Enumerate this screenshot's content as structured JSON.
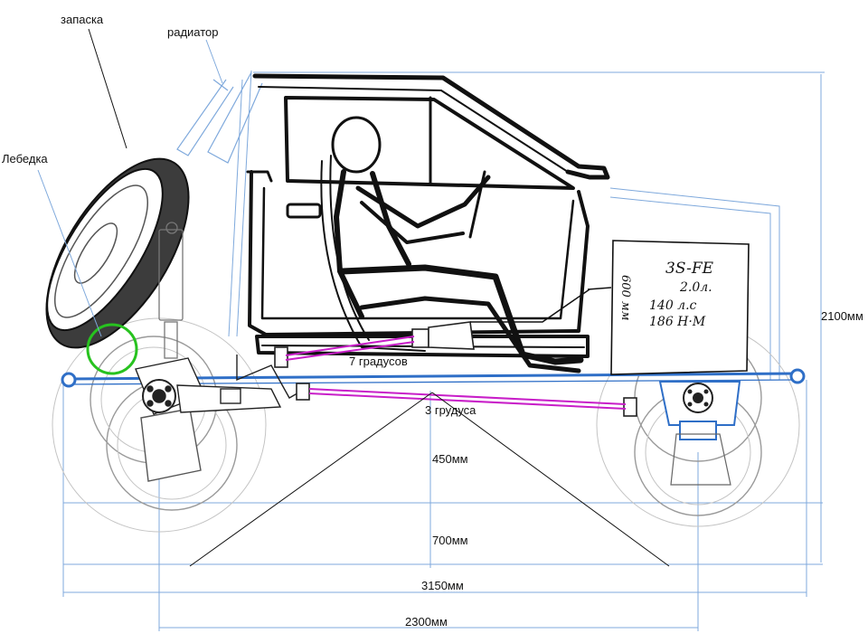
{
  "labels": {
    "spare": "запаска",
    "radiator": "радиатор",
    "winch": "Лебедка",
    "angle_top": "7 градусов",
    "angle_bottom": "3 грудуса"
  },
  "engine_note": {
    "model": "3S-FE",
    "displacement": "2.0л.",
    "power": "140 л.с",
    "torque": "186 Н·М",
    "length": "600 мм"
  },
  "dimensions": {
    "height": "2100мм",
    "clearance": "450мм",
    "wheel_height": "700мм",
    "overall_length": "3150мм",
    "wheelbase": "2300мм"
  },
  "colors": {
    "frame": "#2f6fc7",
    "dimension": "#7fa9dc",
    "shaft": "#c81ec8",
    "winch": "#27c21f",
    "wheel": "#9a9a9a"
  }
}
